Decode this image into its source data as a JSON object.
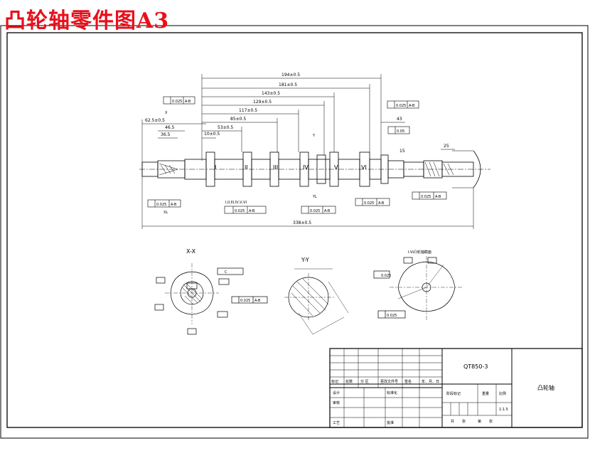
{
  "title": "凸轮轴零件图A3",
  "dims_top": {
    "d1": "194±0.5",
    "d2": "181±0.5",
    "d3": "143±0.5",
    "d4": "129±0.5",
    "d5": "117±0.5",
    "d6": "85±0.5",
    "d7": "53±0.5",
    "d8": "46.5",
    "d9": "36.5",
    "d10": "62.5±0.5",
    "d11": "10±0.5",
    "d12": "43",
    "d13": "15",
    "d14": "25"
  },
  "dim_total": "338±0.5",
  "journal_roman": [
    "I",
    "II",
    "III",
    "IV",
    "V",
    "VI"
  ],
  "roman_list": "I,II,III,IV,V,VI",
  "section_xx": "X-X",
  "section_yy": "Y-Y",
  "section_views": "I-VI凸轮轴截面",
  "section_marks": {
    "x": "X",
    "y": "Y",
    "yl": "YL",
    "xl": "XL"
  },
  "callouts": {
    "a": "0.025",
    "b": "A-B",
    "perp": "0.025",
    "par": "0.025",
    "circ": "0.05",
    "flat": "0.025",
    "c_label": "C",
    "sym": "0.025"
  },
  "title_block": {
    "drawing_no": "QT850-3",
    "part_name": "凸轮轴",
    "scale": "1:1.5",
    "headers": [
      "标记",
      "处数",
      "分 区",
      "更改文件号",
      "签名",
      "年、月、日"
    ],
    "roles": [
      "设计",
      "标准化",
      "审核",
      "工艺",
      "批准"
    ],
    "role_stage": "阶段标记",
    "weight": "重量",
    "scale_label": "比例",
    "sheets_total": "共",
    "sheets_label": "张",
    "sheet_no": "第",
    "sheet_label": "张"
  }
}
